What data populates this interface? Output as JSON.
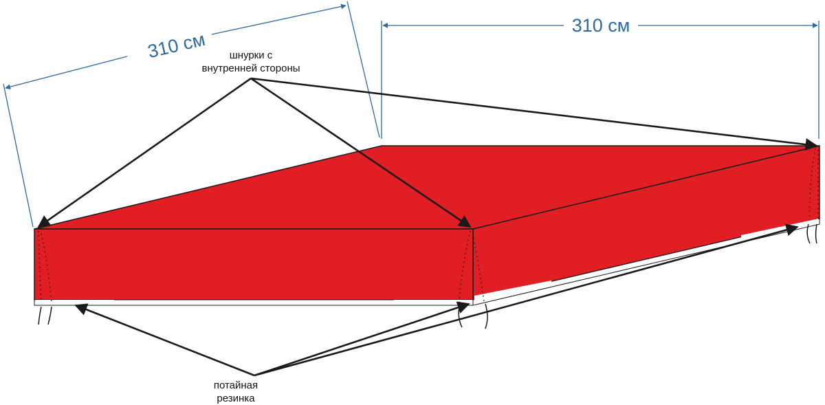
{
  "dimensions": {
    "depth_label": "310 см",
    "width_label": "310 см"
  },
  "labels": {
    "laces": [
      "шнурки с",
      "внутренней стороны"
    ],
    "elastic": [
      "потайная",
      "резинка"
    ]
  },
  "colors": {
    "cover_red": "#e01e24",
    "outline": "#1a1a1a",
    "dimension_blue": "#2b6aa3",
    "elastic_white": "#ffffff"
  }
}
